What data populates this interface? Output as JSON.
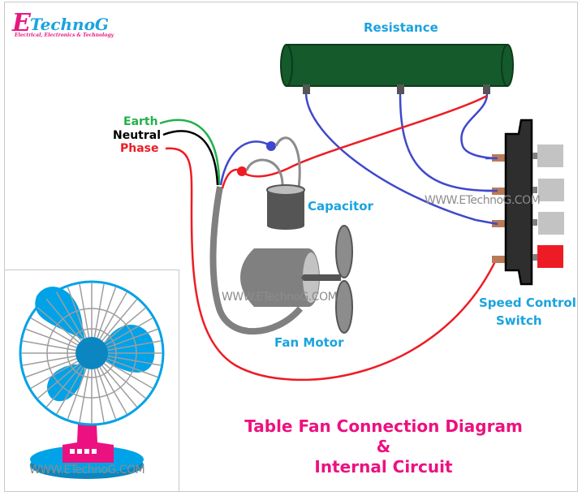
{
  "logo": {
    "initial": "E",
    "name": "TechnoG",
    "tagline": "Electrical, Electronics & Technology"
  },
  "labels": {
    "resistance": "Resistance",
    "earth": "Earth",
    "neutral": "Neutral",
    "phase": "Phase",
    "capacitor": "Capacitor",
    "fan_motor": "Fan Motor",
    "speed_control_line1": "Speed Control",
    "speed_control_line2": "Switch"
  },
  "watermarks": {
    "switch": "WWW.ETechnoG.COM",
    "motor": "WWW.ETechnoG.COM",
    "fan": "WWW.ETechnoG.COM"
  },
  "title": {
    "line1": "Table Fan Connection Diagram",
    "line2": "&",
    "line3": "Internal Circuit"
  },
  "colors": {
    "earth_wire": "#22b14c",
    "neutral_wire": "#000000",
    "phase_wire": "#ed1c24",
    "coil_wire": "#3f48cc",
    "label_blue": "#1aa3df",
    "title_pink": "#ec1180",
    "resistor_green": "#155a2b"
  },
  "switch": {
    "buttons": [
      "off",
      "off",
      "off",
      "on"
    ]
  }
}
